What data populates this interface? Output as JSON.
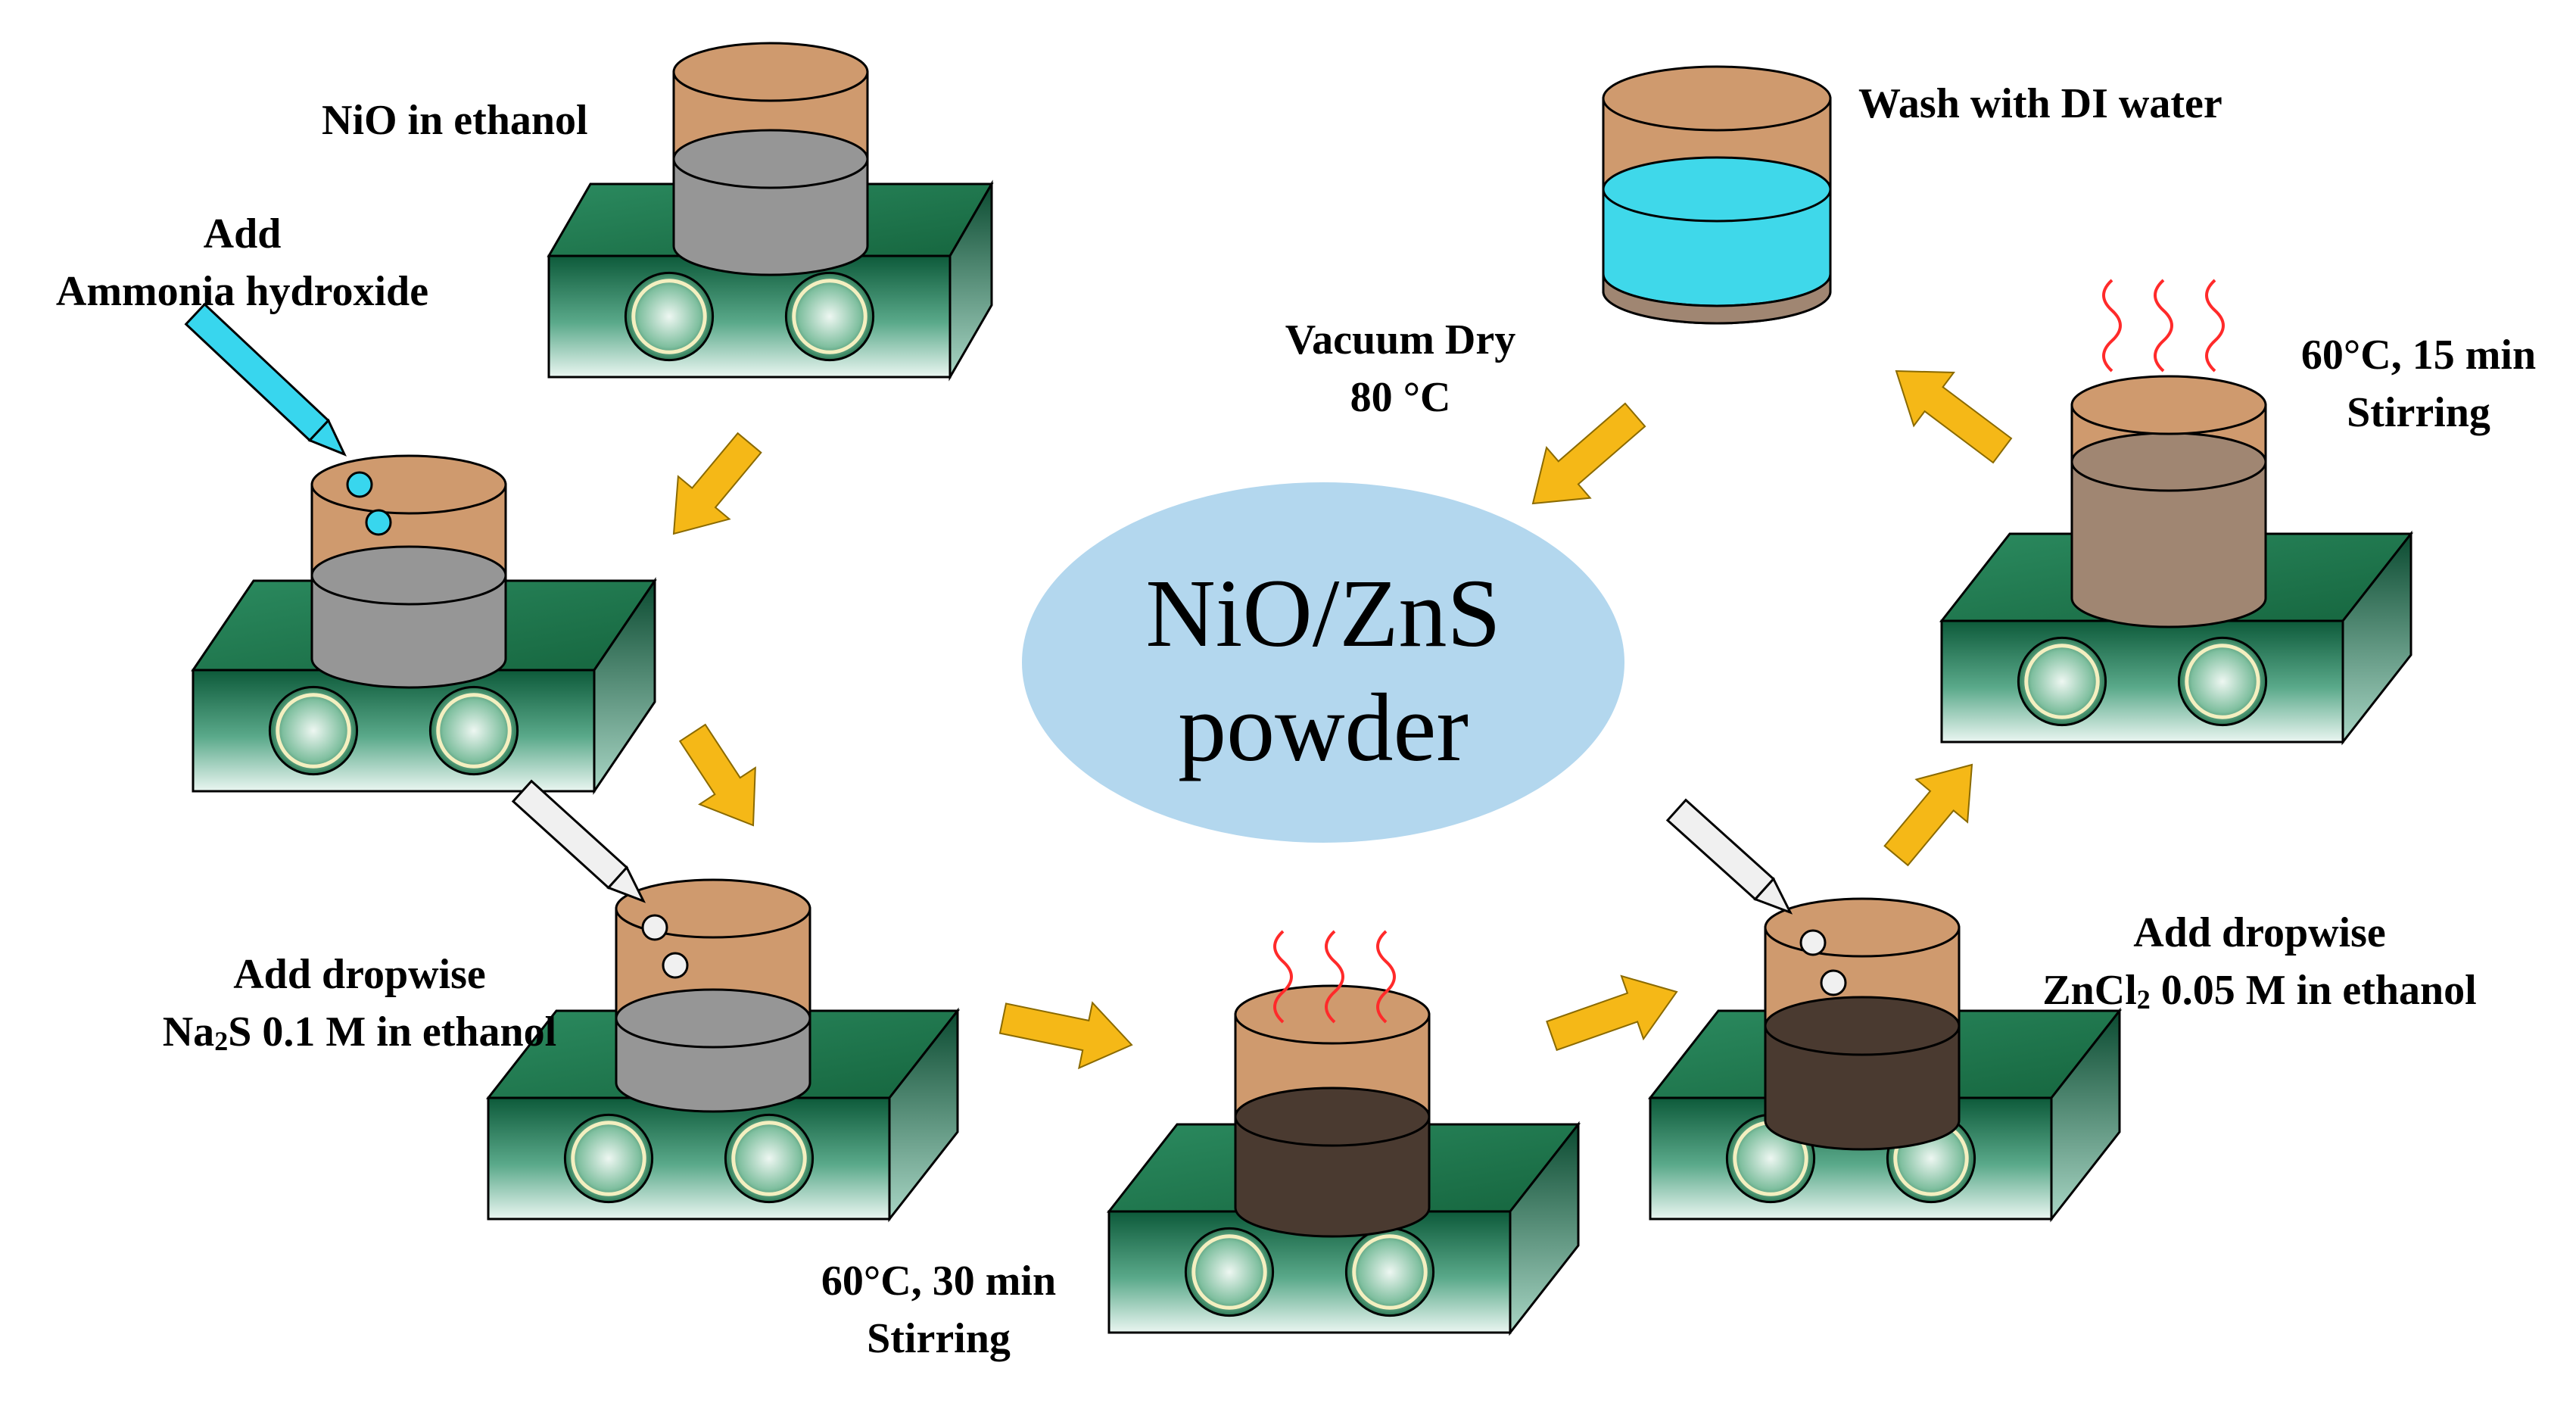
{
  "center": {
    "line1": "NiO/ZnS",
    "line2": "powder"
  },
  "labels": {
    "nio_in_ethanol": "NiO in ethanol",
    "add": "Add",
    "ammonia_hydroxide": "Ammonia hydroxide",
    "add_dropwise_1": "Add dropwise",
    "na2s_prefix": "Na",
    "na2s_sub": "2",
    "na2s_rest": "S 0.1 M in ethanol",
    "temp_30": "60°C, 30 min",
    "stirring_30": "Stirring",
    "add_dropwise_2": "Add dropwise",
    "zncl2_prefix": "ZnCl",
    "zncl2_sub": "2",
    "zncl2_rest": " 0.05 M in ethanol",
    "temp_15": "60°C, 15 min",
    "stirring_15": "Stirring",
    "wash": "Wash with DI water",
    "vacuum_dry": "Vacuum Dry",
    "dry_temp": "80 °C"
  },
  "colors": {
    "hotplate_top": "#1f7a52",
    "hotplate_dark": "#0d5a3a",
    "beaker_top": "#cf9a6e",
    "liquid_gray": "#969696",
    "liquid_dark": "#4a3a30",
    "liquid_brown": "#a08672",
    "liquid_cyan": "#3fd8ea",
    "arrow": "#f5b817",
    "ellipse": "#b3d7ee",
    "heat": "#ff2a2a",
    "pipette_cyan": "#38d6ee",
    "pipette_white": "#f0f0f0"
  }
}
